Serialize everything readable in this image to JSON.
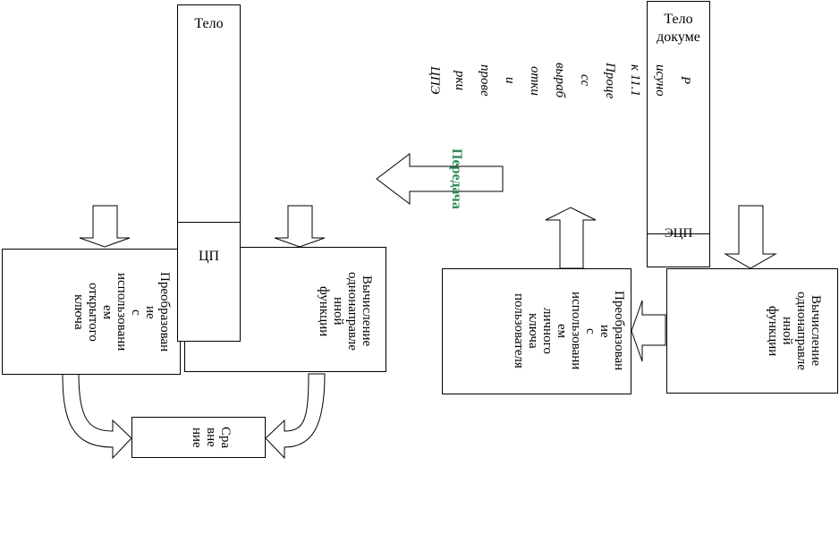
{
  "diagram": {
    "left": {
      "body_label": "Тело",
      "digital_signature_label": "ЦП",
      "public_key_block": "Преобразован\nие\nс\nиспользовани\nем\nоткрытого\nключа",
      "hash_block": "Вычисление\nоднонаправле\nнной\nфункции",
      "compare_block": "Сра\nвне\nние"
    },
    "transfer_label": "Передача",
    "right": {
      "doc_body_label": "Тело\nдокуме",
      "ds_label": "ЭЦП",
      "private_key_block": "Преобразован\nие\nс\nиспользовани\nем\nличного\nключа\nпользователя",
      "hash_block": "Вычисление\nоднонаправле\nнной\nфункции",
      "caption": "Р\nисуно\nк 11.1\nПроце\nсс\nвыраб\nотки\nи\nпрове\nрки\nЦПЭ"
    }
  },
  "colors": {
    "transfer": "#2e8b57",
    "stroke": "#000000"
  }
}
